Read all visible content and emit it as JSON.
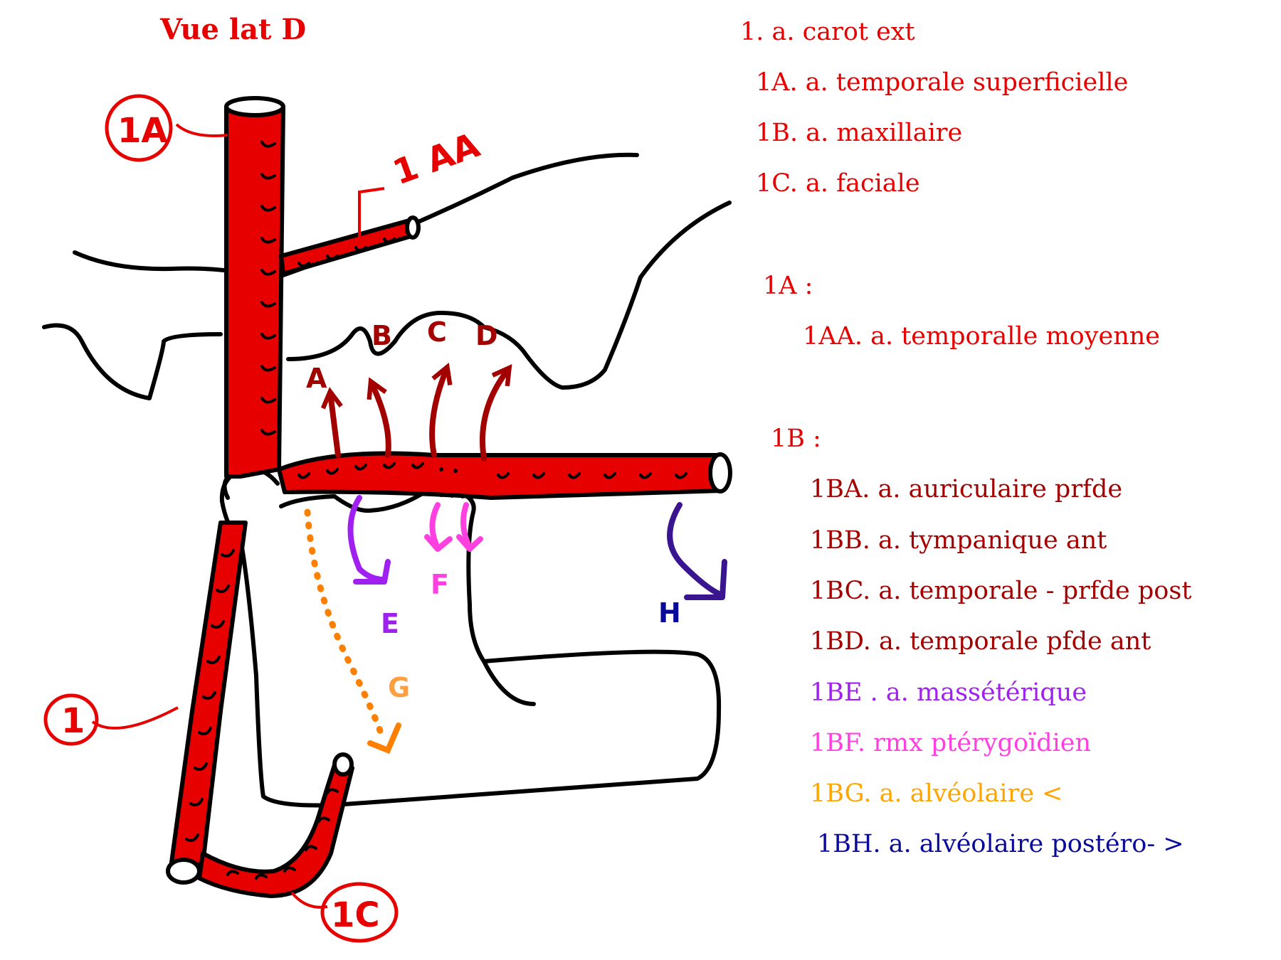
{
  "title": "Vue lat D",
  "colors": {
    "artery": "#e60000",
    "artery_dark": "#a30000",
    "outline": "#000000",
    "branch_A_to_D": "#a30000",
    "branch_E": "#a020f0",
    "branch_F": "#ff40e0",
    "branch_G": "#ff8000",
    "branch_H": "#3a1590"
  },
  "labels": {
    "circle_1": "1",
    "circle_1A": "1A",
    "circle_1C": "1C",
    "tag_1AA": "1 AA",
    "A": "A",
    "B": "B",
    "C": "C",
    "D": "D",
    "E": "E",
    "F": "F",
    "G": "G",
    "H": "H"
  },
  "legend": {
    "l1": {
      "text": "1. a. carot ext",
      "color": "#e60000"
    },
    "l1A": {
      "text": "1A. a. temporale superficielle",
      "color": "#e60000"
    },
    "l1B": {
      "text": "1B. a. maxillaire",
      "color": "#e60000"
    },
    "l1C": {
      "text": "1C. a. faciale",
      "color": "#e60000"
    },
    "h1A": {
      "text": "1A  :",
      "color": "#e60000"
    },
    "l1AA": {
      "text": "1AA. a. temporalle moyenne",
      "color": "#e60000"
    },
    "h1B": {
      "text": "1B :",
      "color": "#e60000"
    },
    "l1BA": {
      "text": "1BA. a. auriculaire prfde",
      "color": "#a30000"
    },
    "l1BB": {
      "text": "1BB. a. tympanique ant",
      "color": "#a30000"
    },
    "l1BC": {
      "text": "1BC. a. temporale - prfde post",
      "color": "#a30000"
    },
    "l1BD": {
      "text": "1BD. a. temporale pfde ant",
      "color": "#a30000"
    },
    "l1BE": {
      "text": "1BE . a. massétérique",
      "color": "#a020f0"
    },
    "l1BF": {
      "text": "1BF. rmx ptérygoïdien",
      "color": "#ff40e0"
    },
    "l1BG": {
      "text": "1BG. a. alvéolaire <",
      "color": "#ffa500"
    },
    "l1BH": {
      "text": "1BH. a. alvéolaire postéro- >",
      "color": "#0a0a9a"
    }
  }
}
